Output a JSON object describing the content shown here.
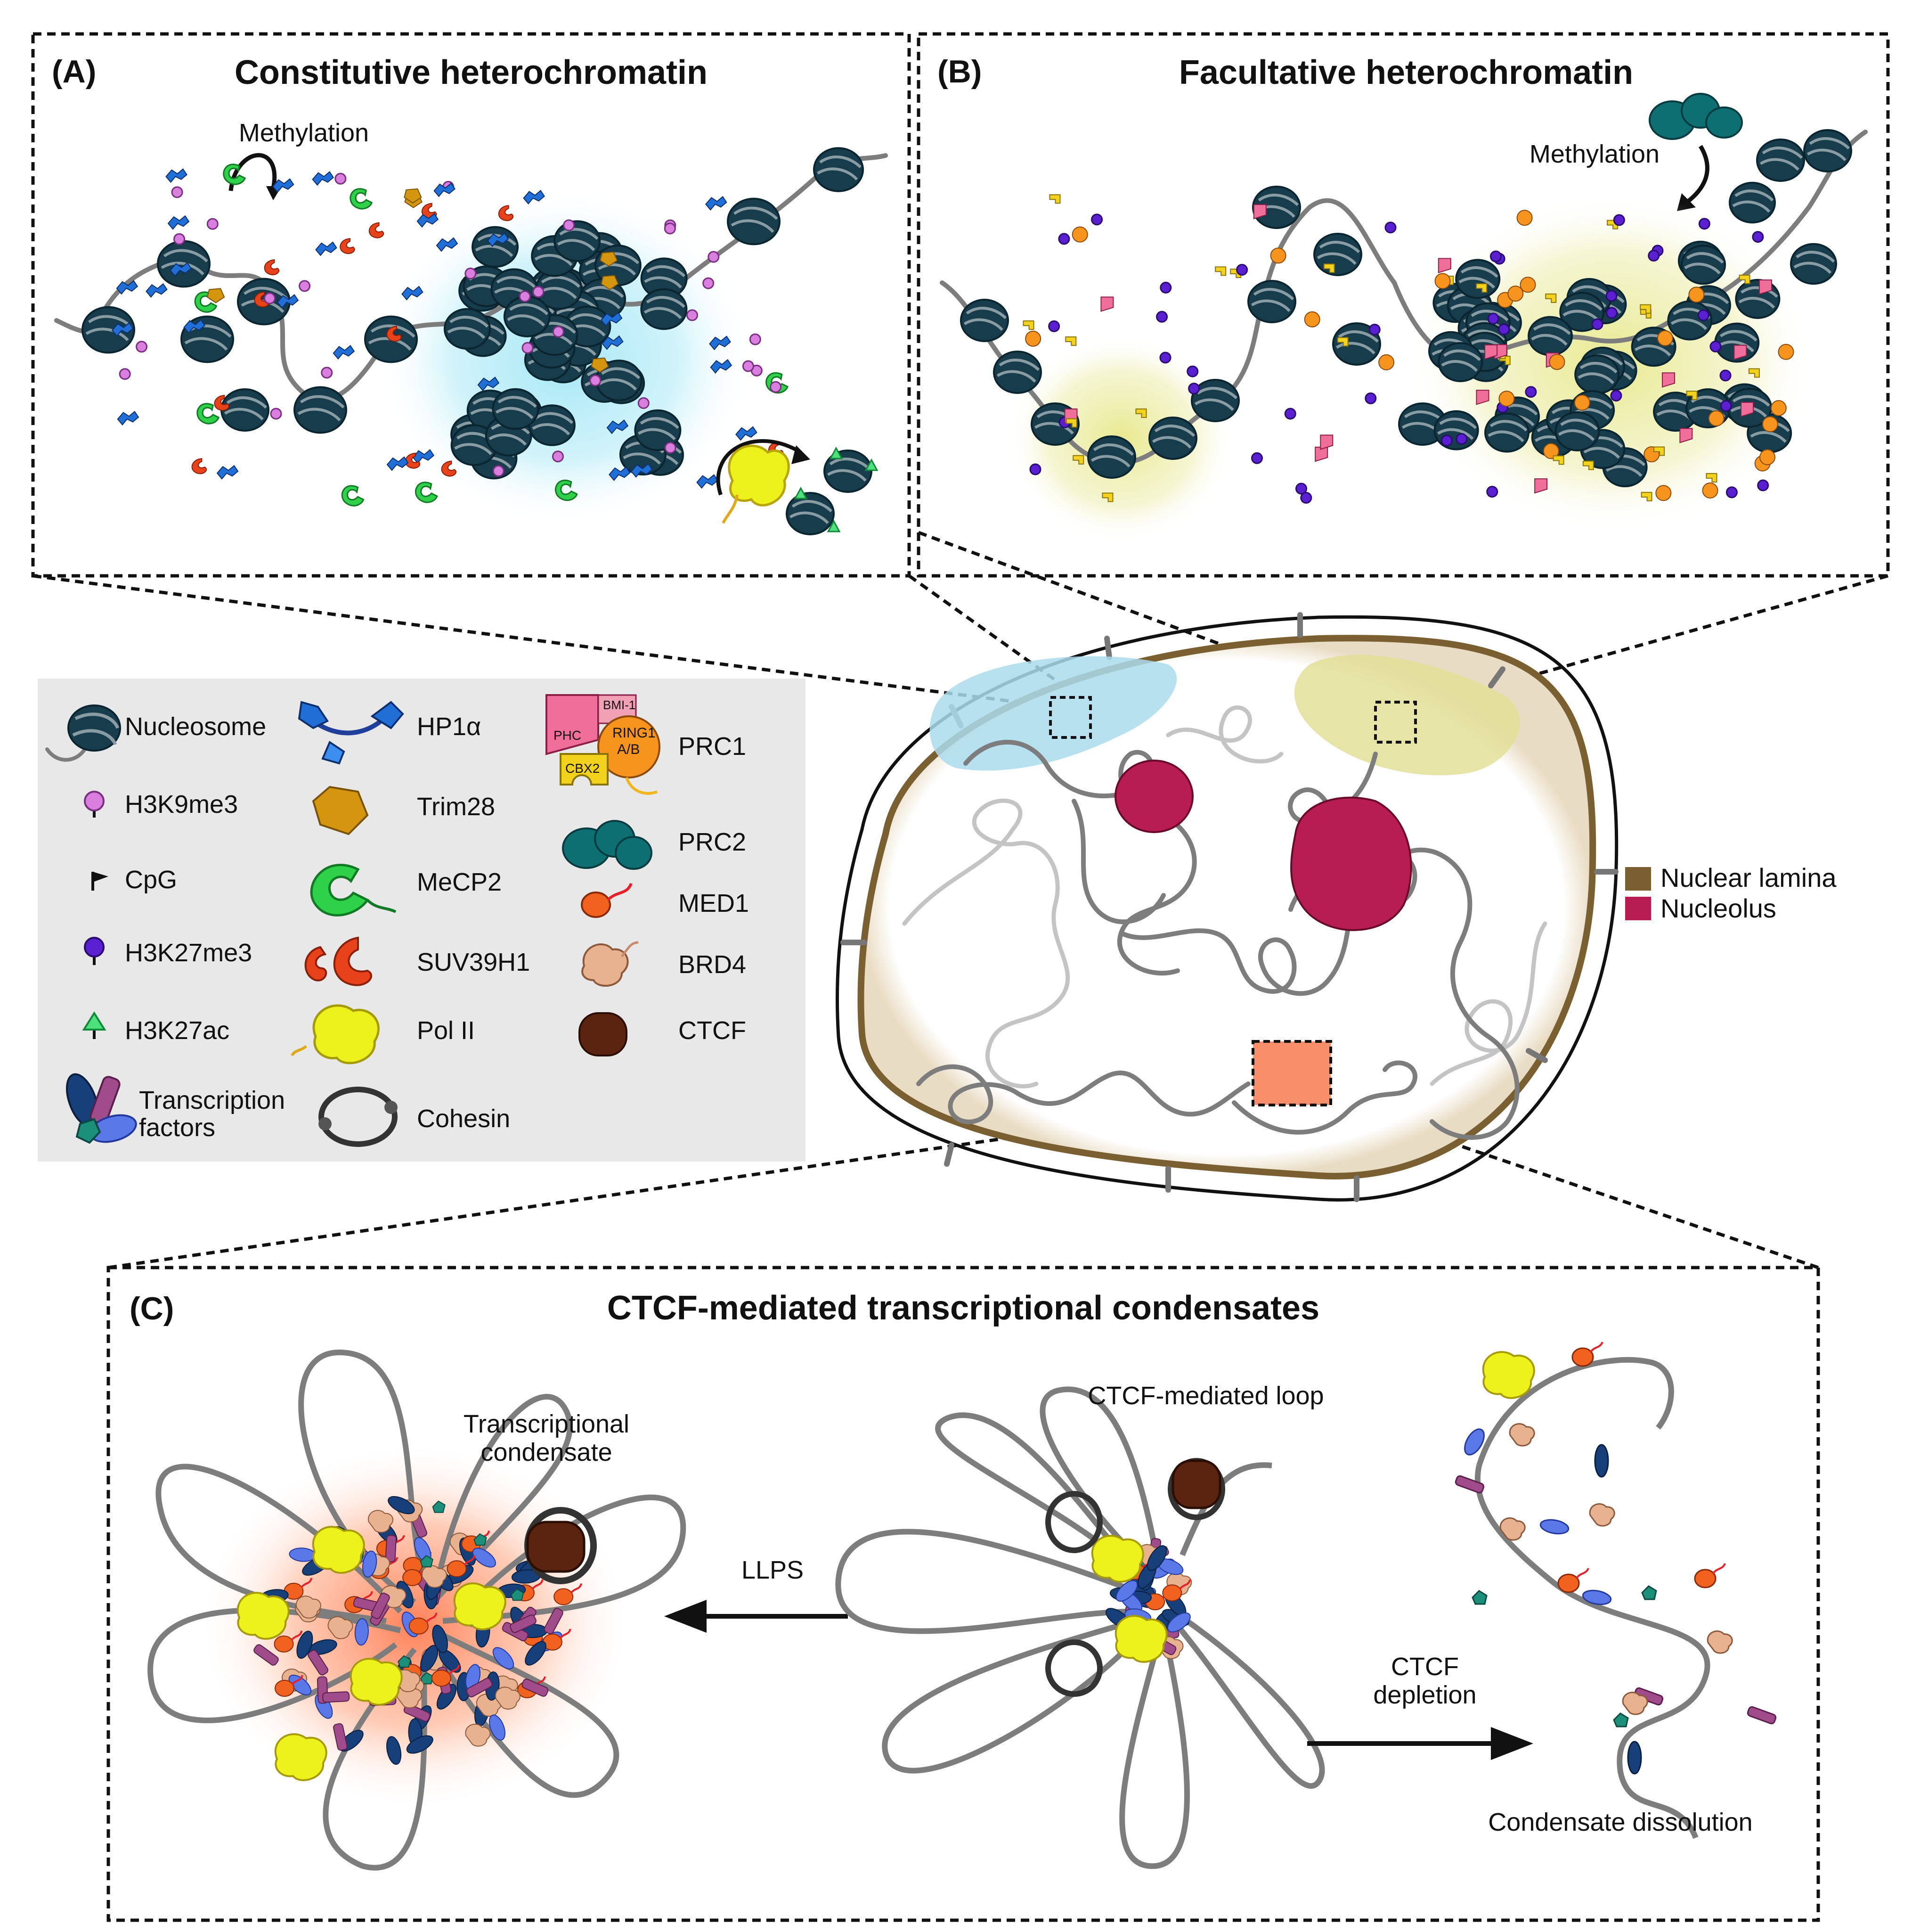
{
  "panels": {
    "a": {
      "tag": "(A)",
      "title": "Constitutive heterochromatin",
      "methylation": "Methylation"
    },
    "b": {
      "tag": "(B)",
      "title": "Facultative heterochromatin",
      "methylation": "Methylation"
    },
    "c": {
      "tag": "(C)",
      "title": "CTCF-mediated transcriptional condensates",
      "condensate_label_1": "Transcriptional",
      "condensate_label_2": "condensate",
      "loop_label": "CTCF-mediated loop",
      "llps": "LLPS",
      "depletion_1": "CTCF",
      "depletion_2": "depletion",
      "dissolution": "Condensate dissolution"
    }
  },
  "legend": {
    "nucleosome": "Nucleosome",
    "h3k9me3": "H3K9me3",
    "cpg": "CpG",
    "h3k27me3": "H3K27me3",
    "h3k27ac": "H3K27ac",
    "tf_1": "Transcription",
    "tf_2": "factors",
    "hp1a": "HP1α",
    "trim28": "Trim28",
    "mecp2": "MeCP2",
    "suv39h1": "SUV39H1",
    "pol2": "Pol II",
    "cohesin": "Cohesin",
    "prc1": "PRC1",
    "prc1_sub_phc": "PHC",
    "prc1_sub_bmi1": "BMI-1",
    "prc1_sub_ring_1": "RING1",
    "prc1_sub_ring_2": "A/B",
    "prc1_sub_cbx2": "CBX2",
    "prc2": "PRC2",
    "med1": "MED1",
    "brd4": "BRD4",
    "ctcf": "CTCF"
  },
  "nucleus_legend": {
    "lamina": "Nuclear lamina",
    "nucleolus": "Nucleolus"
  },
  "colors": {
    "nucleosome": "#173d4c",
    "h3k9me3": "#d97fe0",
    "h3k27me3": "#5a1fd1",
    "h3k27ac": "#4ee07a",
    "hp1a": "#1f6fd6",
    "trim28": "#d4960e",
    "mecp2": "#2fd04a",
    "suv39h1": "#e8421a",
    "pol2": "#eef21c",
    "prc2": "#0e6f73",
    "med1": "#f0621e",
    "brd4": "#e8b290",
    "ctcf": "#5a2410",
    "lamina": "#7a5f30",
    "nucleolus": "#b71c52",
    "legend_bg": "#e8e8e8"
  }
}
